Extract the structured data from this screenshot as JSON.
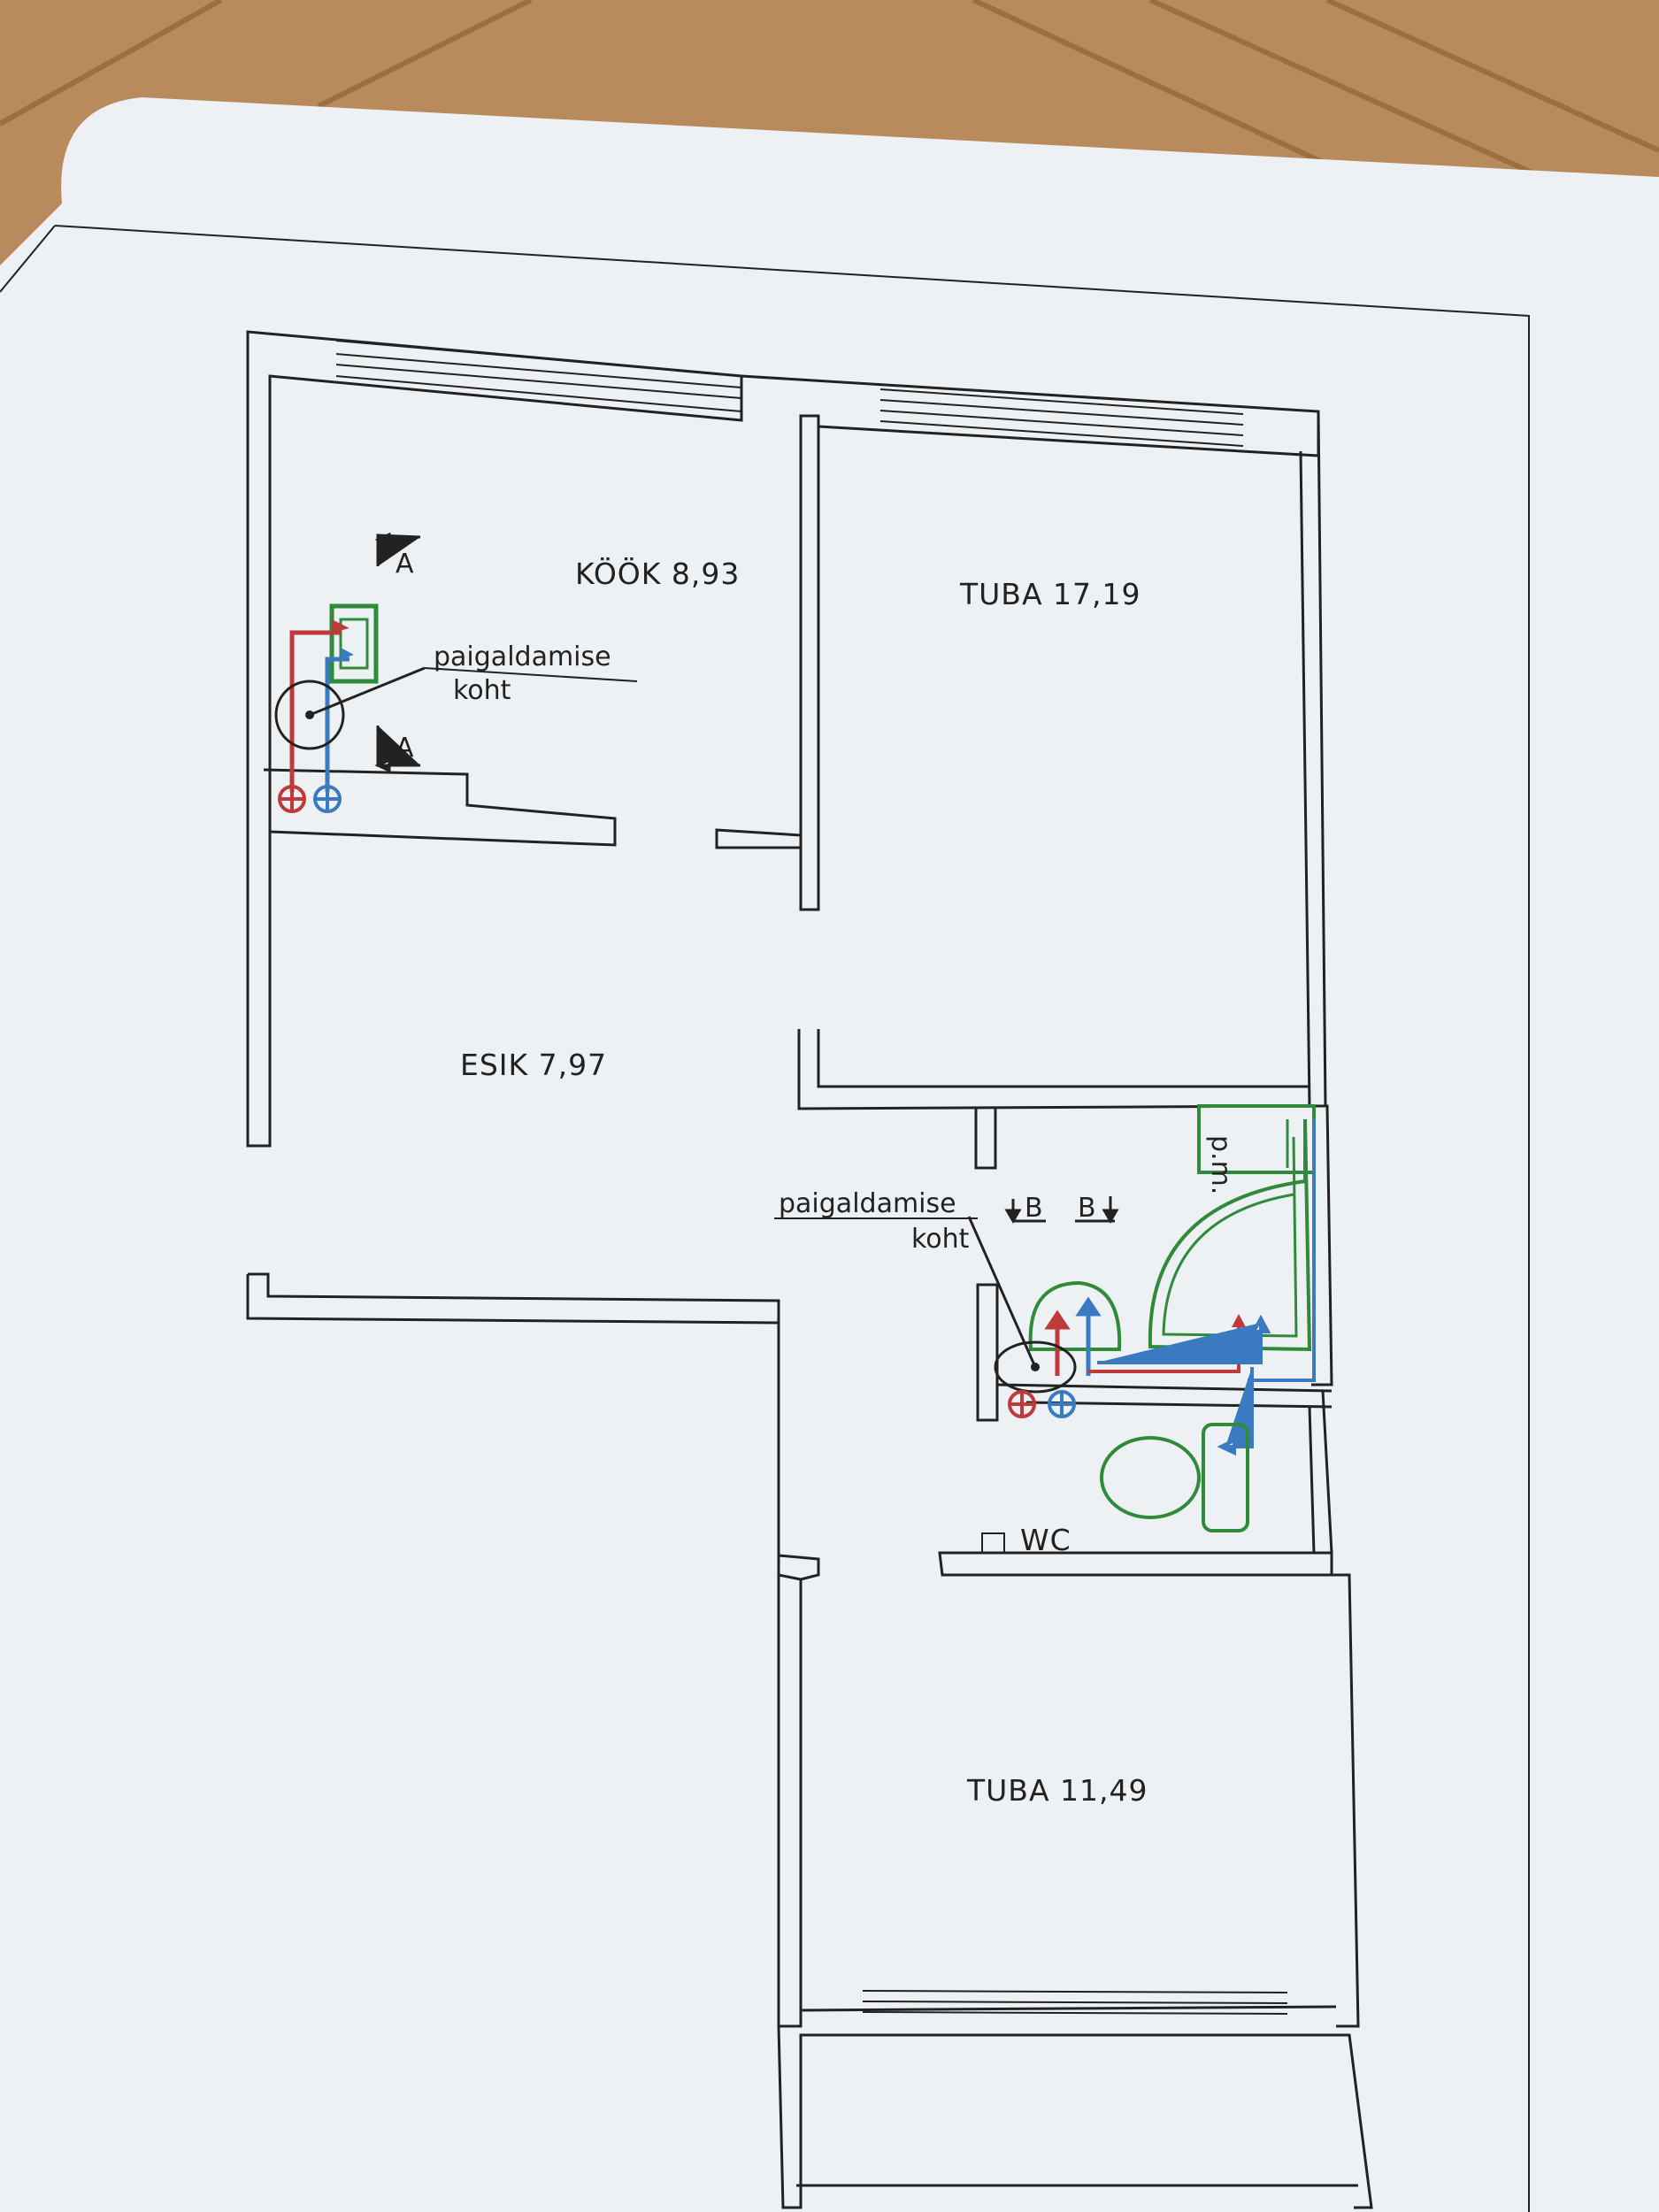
{
  "rooms": [
    {
      "id": "kitchen",
      "label": "KÖÖK 8,93"
    },
    {
      "id": "room1",
      "label": "TUBA 17,19"
    },
    {
      "id": "hall",
      "label": "ESIK 7,97"
    },
    {
      "id": "room2",
      "label": "TUBA 11,49"
    },
    {
      "id": "wc",
      "label": "WC"
    }
  ],
  "callouts": {
    "kitchen_line1": "paigaldamise",
    "kitchen_line2": "koht",
    "bath_line1": "paigaldamise",
    "bath_line2": "koht"
  },
  "section_marks": {
    "a_top": "A",
    "a_bottom": "A",
    "b_left": "B",
    "b_right": "B"
  },
  "fixtures": {
    "washing_machine": "p.m."
  },
  "colors": {
    "hot_water": "#c0393b",
    "cold_water": "#3a7ac0",
    "fixture_green": "#2f8a3a",
    "wall": "#222222",
    "paper": "#eef1f4"
  }
}
